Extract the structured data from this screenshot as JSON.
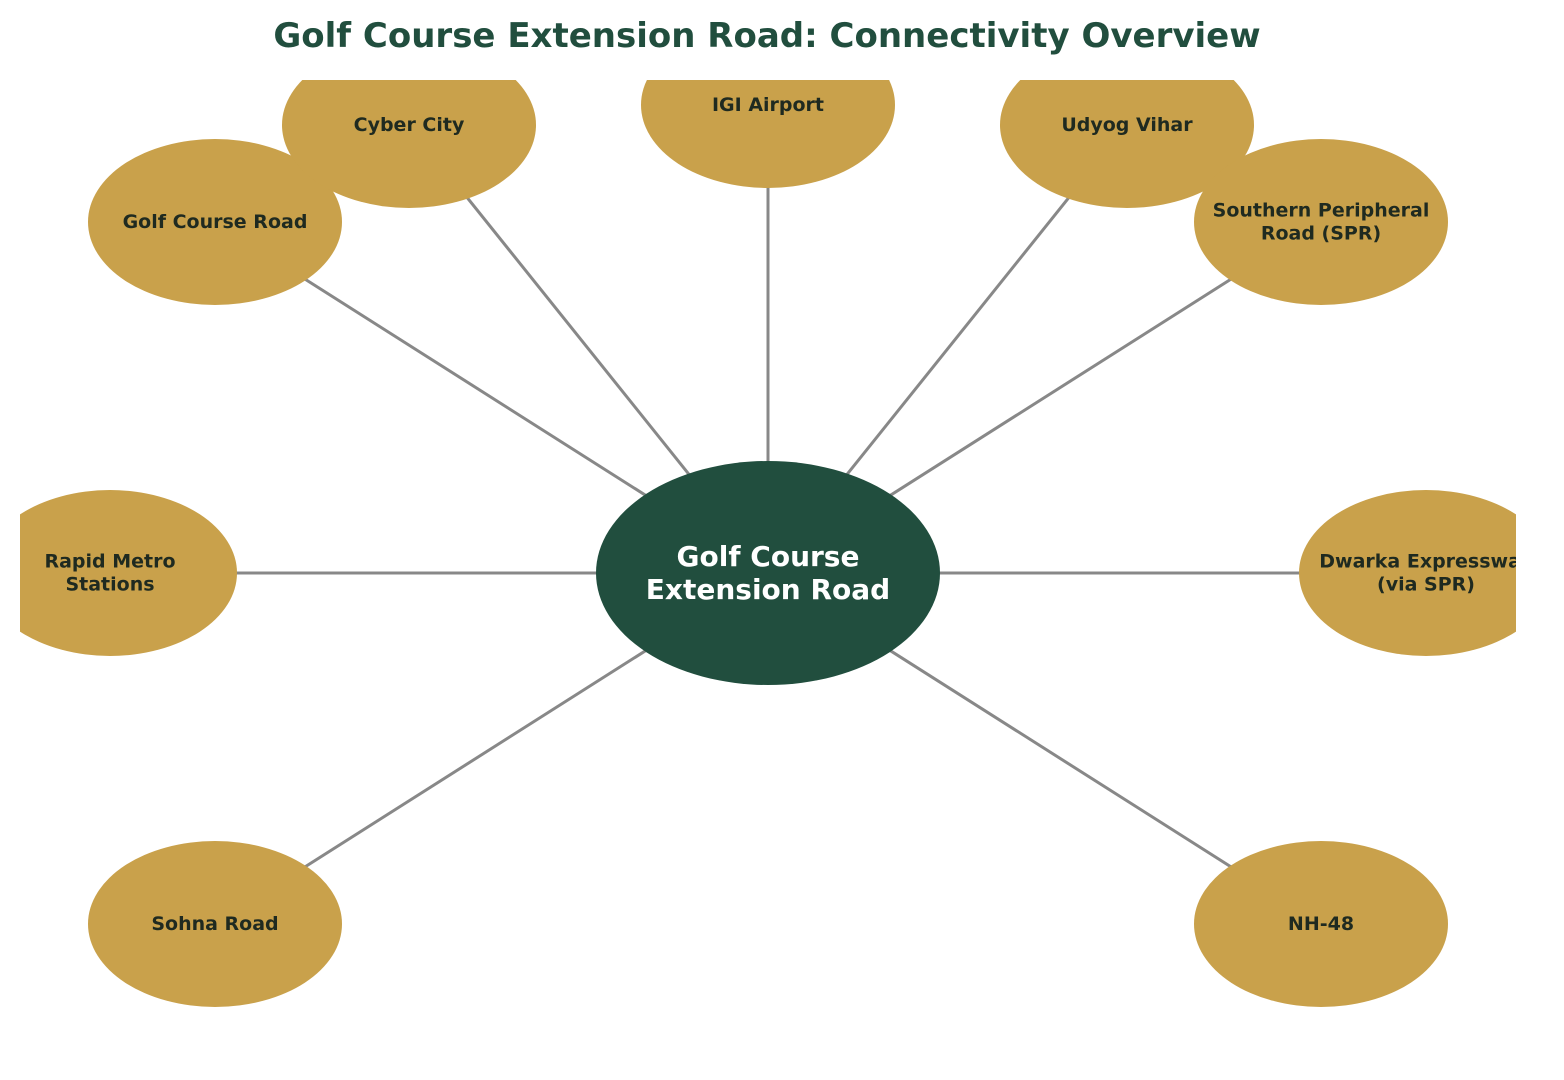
{
  "title": "Golf Course Extension Road: Connectivity Overview",
  "colors": {
    "title": "#214e3e",
    "center_fill": "#214e3e",
    "center_text": "#ffffff",
    "node_fill": "#c9a14b",
    "node_text": "#1f2a20",
    "edge": "#888888"
  },
  "center": {
    "id": "center",
    "label_lines": [
      "Golf Course",
      "Extension Road"
    ]
  },
  "nodes": [
    {
      "id": "igi-airport",
      "label_lines": [
        "IGI Airport"
      ]
    },
    {
      "id": "udyog-vihar",
      "label_lines": [
        "Udyog Vihar"
      ]
    },
    {
      "id": "spr",
      "label_lines": [
        "Southern Peripheral",
        "Road (SPR)"
      ]
    },
    {
      "id": "dwarka-expressway",
      "label_lines": [
        "Dwarka Expressway",
        "(via SPR)"
      ]
    },
    {
      "id": "nh-48",
      "label_lines": [
        "NH-48"
      ]
    },
    {
      "id": "sohna-road",
      "label_lines": [
        "Sohna Road"
      ]
    },
    {
      "id": "rapid-metro",
      "label_lines": [
        "Rapid Metro",
        "Stations"
      ]
    },
    {
      "id": "golf-course-road",
      "label_lines": [
        "Golf Course Road"
      ]
    },
    {
      "id": "cyber-city",
      "label_lines": [
        "Cyber City"
      ]
    }
  ],
  "edges": [
    {
      "from": "center",
      "to": "igi-airport"
    },
    {
      "from": "center",
      "to": "udyog-vihar"
    },
    {
      "from": "center",
      "to": "spr"
    },
    {
      "from": "center",
      "to": "dwarka-expressway"
    },
    {
      "from": "center",
      "to": "nh-48"
    },
    {
      "from": "center",
      "to": "sohna-road"
    },
    {
      "from": "center",
      "to": "rapid-metro"
    },
    {
      "from": "center",
      "to": "golf-course-road"
    },
    {
      "from": "center",
      "to": "cyber-city"
    }
  ]
}
